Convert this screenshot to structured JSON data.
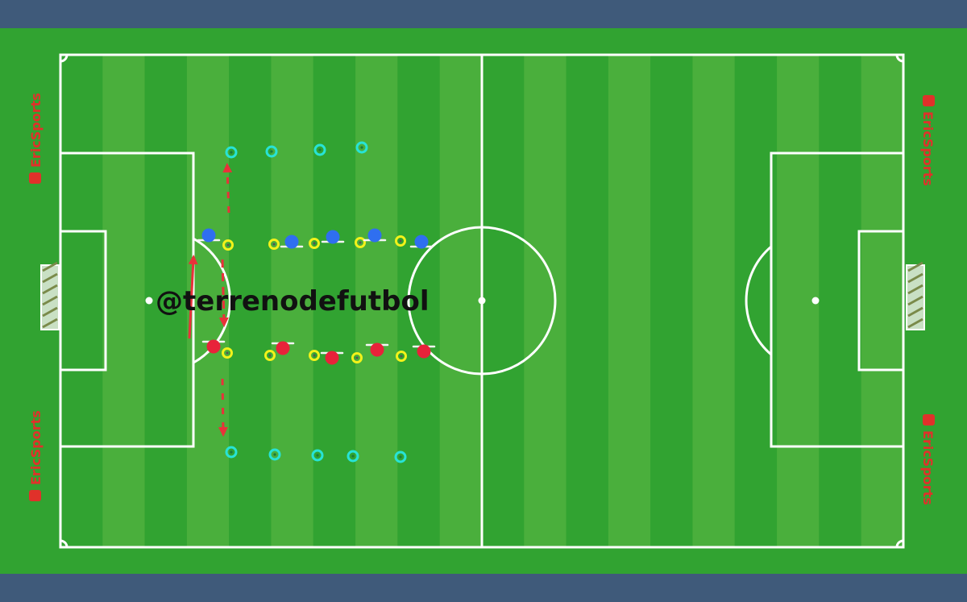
{
  "watermark_text": "@terrenodefutbol",
  "brand_name": "EricSports",
  "colors": {
    "background": "#3f5a7a",
    "grass_dark": "#31a331",
    "grass_light": "#4aaf3c",
    "lines": "#ffffff",
    "team_blue": "#2f6ff0",
    "team_red": "#e8223a",
    "cone_yellow": "#f2f21a",
    "marker_cyan": "#27e3d6",
    "arrow_red": "#e8323a",
    "brand_red": "#e0312a"
  },
  "icons": [
    "player-marker",
    "cone-marker",
    "disc-marker",
    "dashed-arrow",
    "brand-logo"
  ]
}
